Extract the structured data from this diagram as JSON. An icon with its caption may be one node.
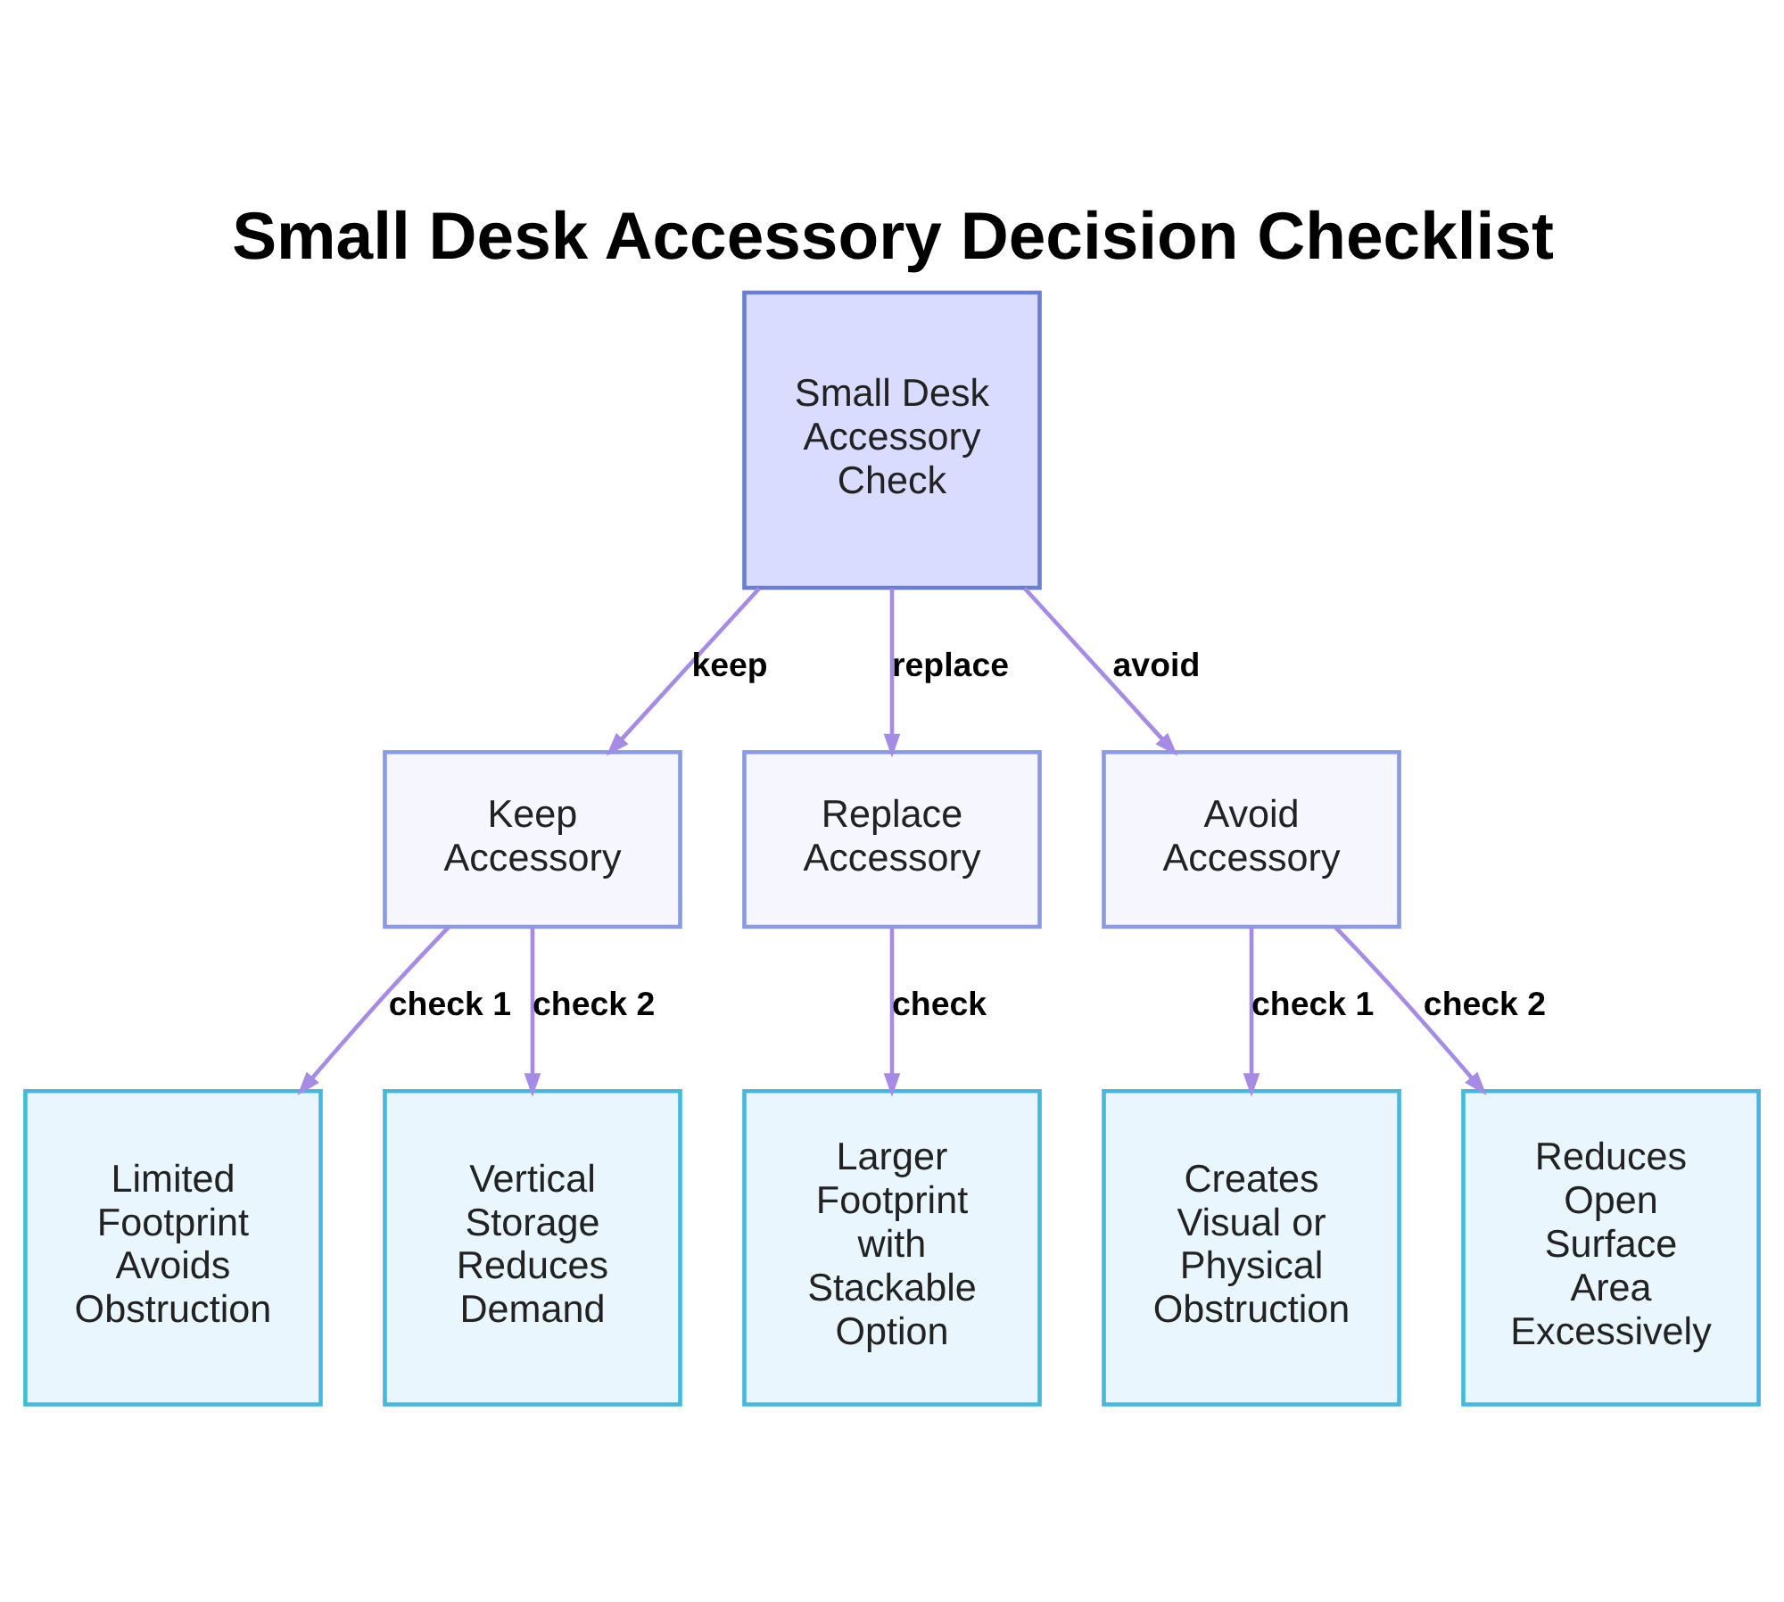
{
  "diagram": {
    "title": "Small Desk Accessory Decision Checklist",
    "nodes": [
      {
        "text": [
          "Small Desk Accessory Check"
        ]
      },
      {
        "text": [
          "Keep Accessory"
        ]
      },
      {
        "text": [
          "Replace Accessory"
        ]
      },
      {
        "text": [
          "Avoid Accessory"
        ]
      },
      {
        "text": [
          "Limited Footprint Avoids Obstruction"
        ]
      },
      {
        "text": [
          "Vertical Storage Reduces Demand"
        ]
      },
      {
        "text": [
          "Larger Footprint with Stackable Option"
        ]
      },
      {
        "text": [
          "Creates Visual or Physical Obstruction"
        ]
      },
      {
        "text": [
          "Reduces Open Surface Area Excessively"
        ]
      }
    ],
    "edges": [
      {
        "from": 0,
        "to": 1,
        "arrow": "to",
        "label": "keep"
      },
      {
        "from": 0,
        "to": 2,
        "arrow": "to",
        "label": "replace"
      },
      {
        "from": 0,
        "to": 3,
        "arrow": "to",
        "label": "avoid"
      },
      {
        "from": 1,
        "to": 4,
        "arrow": "to",
        "label": "check 1"
      },
      {
        "from": 1,
        "to": 5,
        "arrow": "to",
        "label": "check 2"
      },
      {
        "from": 2,
        "to": 6,
        "arrow": "to",
        "label": "check"
      },
      {
        "from": 3,
        "to": 7,
        "arrow": "to",
        "label": "check 1"
      },
      {
        "from": 3,
        "to": 8,
        "arrow": "to",
        "label": "check 2"
      }
    ]
  }
}
